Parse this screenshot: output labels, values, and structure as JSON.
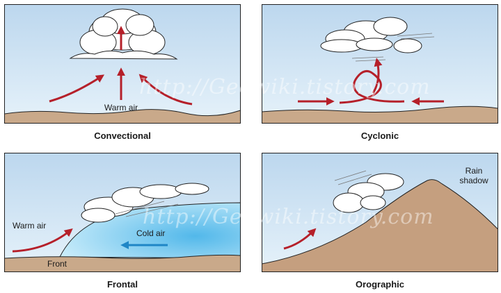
{
  "panels": {
    "convectional": {
      "caption": "Convectional",
      "label_warm_air": "Warm air"
    },
    "cyclonic": {
      "caption": "Cyclonic"
    },
    "frontal": {
      "caption": "Frontal",
      "label_warm_air": "Warm air",
      "label_cold_air": "Cold air",
      "label_front": "Front"
    },
    "orographic": {
      "caption": "Orographic",
      "label_rain": "Rain",
      "label_shadow": "shadow"
    }
  },
  "watermark": "http://Geowiki.tistory.com",
  "colors": {
    "sky_top": "#bfdaf0",
    "sky_bottom": "#e3f0f9",
    "ground": "#c9a98a",
    "mountain": "#c59f7f",
    "warm_arrow": "#b5202a",
    "cold_arrow": "#1f86c6",
    "cold_air_mass": "#8fd0ef",
    "outline": "#222222"
  },
  "icons": {
    "convectional": [
      "cumulus-cloud-icon",
      "warm-air-arrow-icon"
    ],
    "cyclonic": [
      "cloud-icon",
      "rising-loop-arrow-icon"
    ],
    "frontal": [
      "cloud-icon",
      "cold-air-arrow-icon"
    ],
    "orographic": [
      "cloud-icon",
      "mountain-icon"
    ]
  }
}
